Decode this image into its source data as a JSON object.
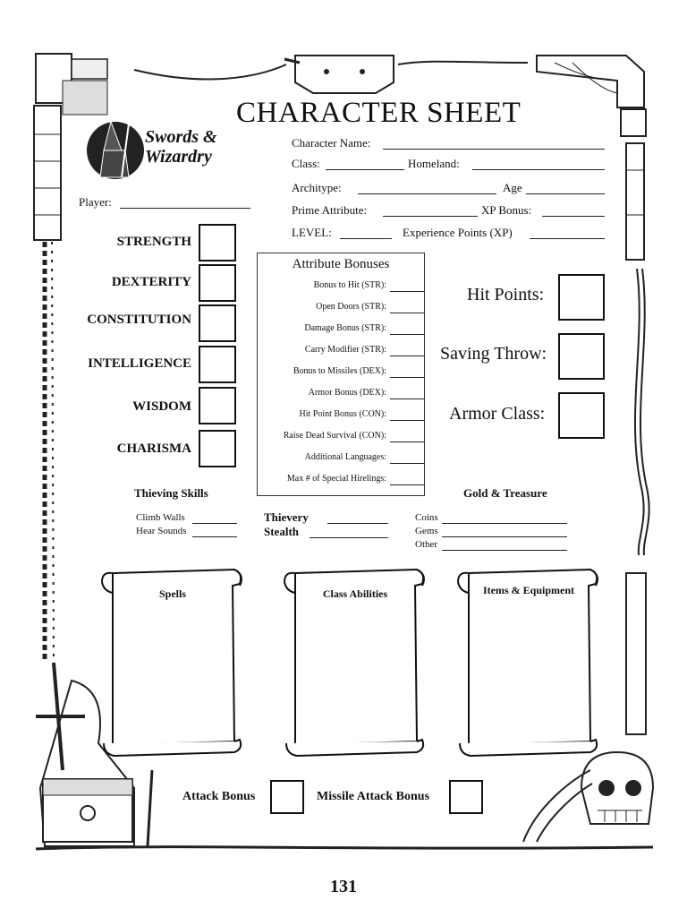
{
  "header": {
    "title": "CHARACTER SHEET",
    "logo_text": "Swords & Wizardry"
  },
  "fields": {
    "character_name": "Character Name:",
    "class": "Class:",
    "homeland": "Homeland:",
    "architype": "Architype:",
    "age": "Age",
    "prime_attribute": "Prime Attribute:",
    "xp_bonus": "XP Bonus:",
    "level": "LEVEL:",
    "experience_points": "Experience Points (XP)",
    "player": "Player:"
  },
  "attributes": [
    "STRENGTH",
    "DEXTERITY",
    "CONSTITUTION",
    "INTELLIGENCE",
    "WISDOM",
    "CHARISMA"
  ],
  "attribute_bonuses": {
    "title": "Attribute Bonuses",
    "rows": [
      "Bonus to Hit (STR):",
      "Open Doors (STR):",
      "Damage Bonus (STR):",
      "Carry Modifier (STR):",
      "Bonus to Missiles (DEX):",
      "Armor Bonus (DEX):",
      "Hit Point Bonus (CON):",
      "Raise Dead Survival (CON):",
      "Additional Languages:",
      "Max # of Special Hirelings:"
    ]
  },
  "combat": {
    "hit_points": "Hit Points:",
    "saving_throw": "Saving Throw:",
    "armor_class": "Armor Class:"
  },
  "thieving": {
    "title": "Thieving Skills",
    "climb_walls": "Climb Walls",
    "hear_sounds": "Hear Sounds",
    "thievery": "Thievery",
    "stealth": "Stealth"
  },
  "treasure": {
    "title": "Gold & Treasure",
    "coins": "Coins",
    "gems": "Gems",
    "other": "Other"
  },
  "scrolls": {
    "spells": "Spells",
    "class_abilities": "Class Abilities",
    "items_equipment": "Items & Equipment"
  },
  "bottom": {
    "attack_bonus": "Attack Bonus",
    "missile_attack_bonus": "Missile Attack Bonus"
  },
  "page_number": "131"
}
